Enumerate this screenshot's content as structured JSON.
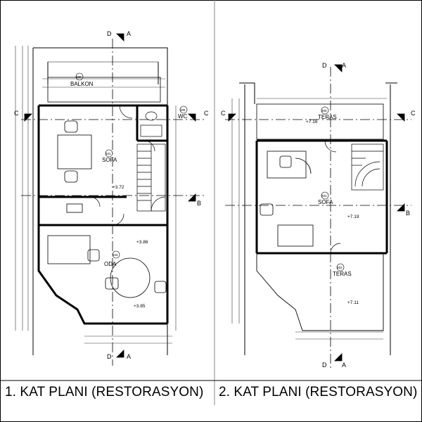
{
  "captions": {
    "plan1": "1. KAT PLANI (RESTORASYON)",
    "plan2": "2. KAT PLANI (RESTORASYON)"
  },
  "plan1": {
    "section_labels": [
      "D",
      "A",
      "C",
      "C",
      "B",
      "D",
      "A"
    ],
    "rooms": {
      "balkon": {
        "number": "100",
        "name": "BALKON"
      },
      "wc": {
        "number": "105",
        "name": "WC"
      },
      "sofa": {
        "number": "101",
        "name": "SOFA"
      },
      "oda": {
        "number": "102",
        "name": "ODA"
      }
    },
    "levels": [
      "+3.72",
      "+3.86",
      "+3.85"
    ]
  },
  "plan2": {
    "section_labels": [
      "D",
      "A",
      "C",
      "C",
      "B",
      "D",
      "A"
    ],
    "rooms": {
      "teras_top": {
        "number": "200",
        "name": "TERAS"
      },
      "sofa": {
        "number": "201",
        "name": "SOFA"
      },
      "teras_bottom": {
        "number": "202",
        "name": "TERAS"
      }
    },
    "levels": [
      "+7.16",
      "+7.19",
      "+7.11"
    ]
  }
}
